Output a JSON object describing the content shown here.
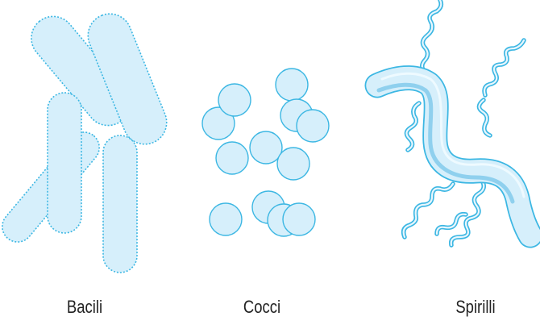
{
  "labels": {
    "bacili": "Bacili",
    "cocci": "Cocci",
    "spirilli": "Spirilli"
  },
  "colors": {
    "fill": "#d6effb",
    "stroke": "#3cb7e3",
    "tube_dark": "#8fd0ee",
    "tube_light": "#e8f6fd",
    "text": "#222222"
  }
}
